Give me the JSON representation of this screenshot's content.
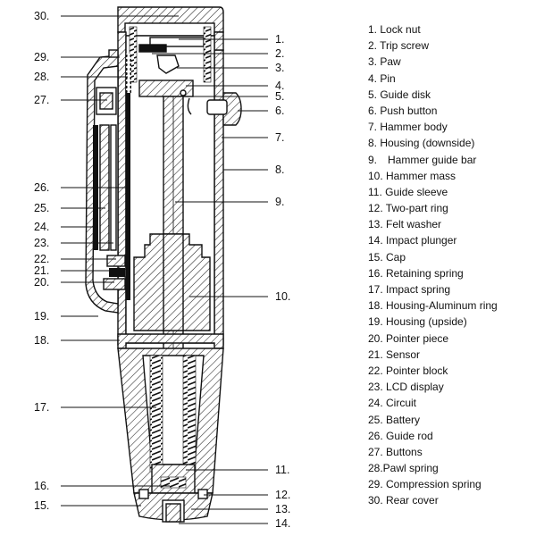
{
  "parts": [
    {
      "no": "1.",
      "name": "1. Lock nut"
    },
    {
      "no": "2.",
      "name": "2. Trip screw"
    },
    {
      "no": "3.",
      "name": "3. Paw"
    },
    {
      "no": "4.",
      "name": "4. Pin"
    },
    {
      "no": "5.",
      "name": "5. Guide disk"
    },
    {
      "no": "6.",
      "name": "6. Push button"
    },
    {
      "no": "7.",
      "name": "7. Hammer body"
    },
    {
      "no": "8.",
      "name": "8. Housing (downside)"
    },
    {
      "no": "9.",
      "name": "9.　Hammer guide bar"
    },
    {
      "no": "10.",
      "name": "10. Hammer mass"
    },
    {
      "no": "11.",
      "name": "11. Guide sleeve"
    },
    {
      "no": "12.",
      "name": "12. Two-part ring"
    },
    {
      "no": "13.",
      "name": "13. Felt washer"
    },
    {
      "no": "14.",
      "name": "14. Impact plunger"
    },
    {
      "no": "15.",
      "name": "15. Cap"
    },
    {
      "no": "16.",
      "name": "16. Retaining spring"
    },
    {
      "no": "17.",
      "name": "17. Impact spring"
    },
    {
      "no": "18.",
      "name": "18. Housing-Aluminum ring"
    },
    {
      "no": "19.",
      "name": "19. Housing (upside)"
    },
    {
      "no": "20.",
      "name": "20. Pointer piece"
    },
    {
      "no": "21.",
      "name": "21. Sensor"
    },
    {
      "no": "22.",
      "name": "22. Pointer block"
    },
    {
      "no": "23.",
      "name": "23. LCD display"
    },
    {
      "no": "24.",
      "name": "24. Circuit"
    },
    {
      "no": "25.",
      "name": "25. Battery"
    },
    {
      "no": "26.",
      "name": "26. Guide rod"
    },
    {
      "no": "27.",
      "name": "27. Buttons"
    },
    {
      "no": "28.",
      "name": "28.Pawl spring"
    },
    {
      "no": "29.",
      "name": "29. Compression spring"
    },
    {
      "no": "30.",
      "name": "30. Rear cover"
    }
  ]
}
